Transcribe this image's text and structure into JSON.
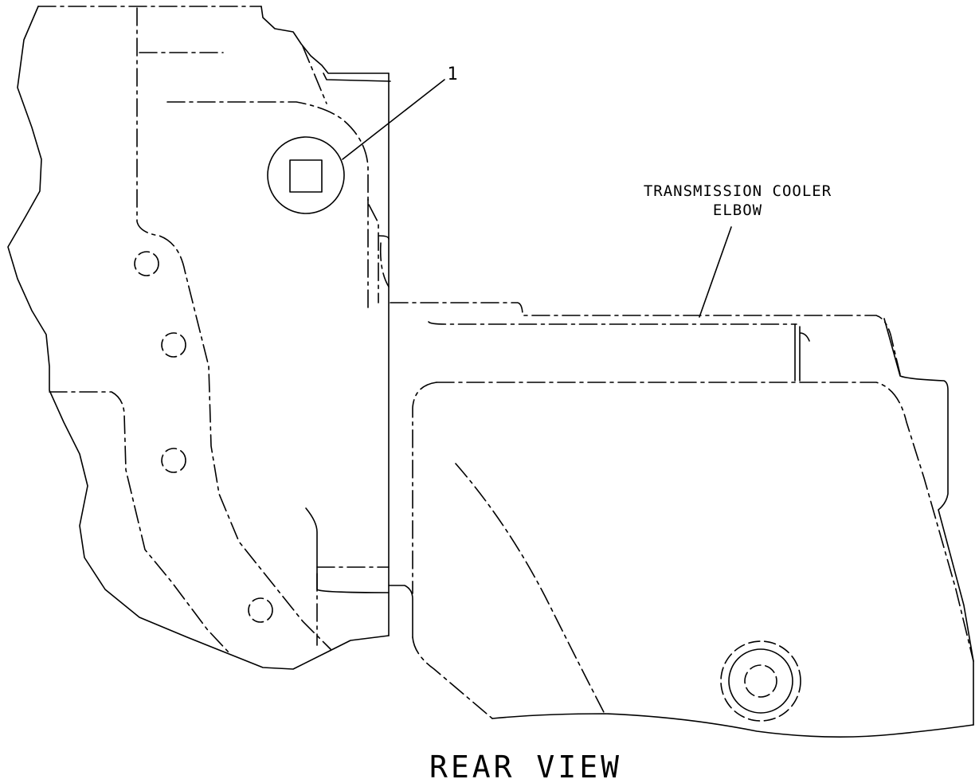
{
  "callouts": {
    "item_1": "1",
    "transmission_cooler_line1": "TRANSMISSION COOLER",
    "transmission_cooler_line2": "ELBOW"
  },
  "caption": "REAR VIEW"
}
